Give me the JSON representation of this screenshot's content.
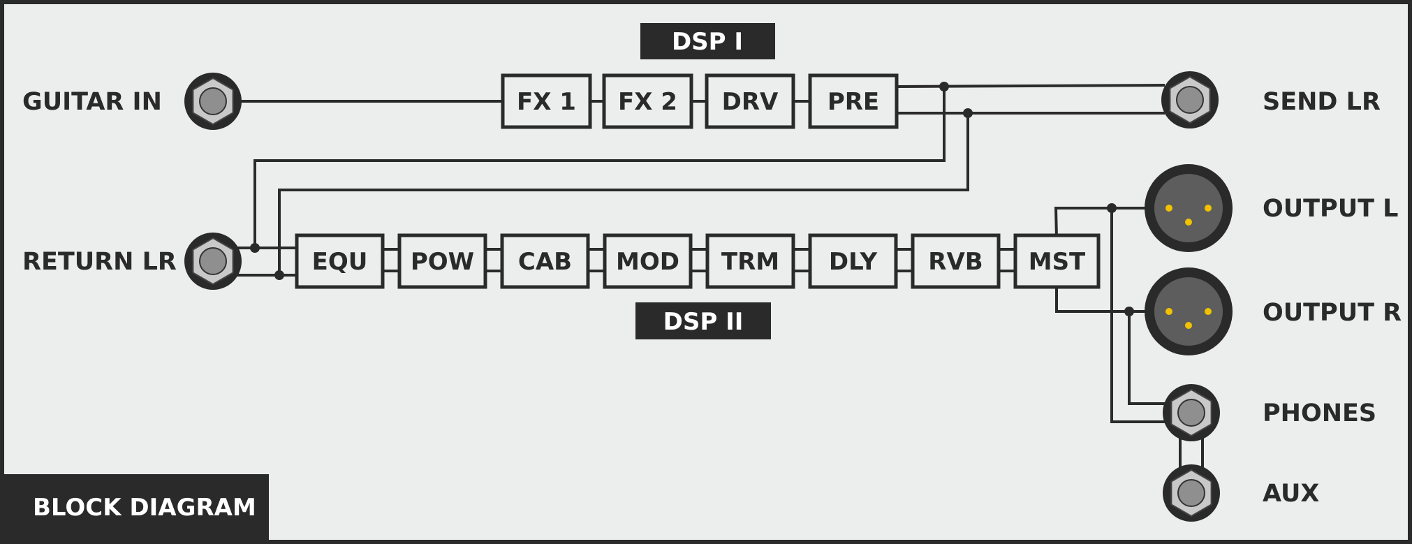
{
  "colors": {
    "background": "#eceeed",
    "ink": "#2a2a2a",
    "jack_fill": "#c9c9c9",
    "xlr_face": "#5d5d5d",
    "xlr_pin": "#f2c200",
    "bar_text": "#ffffff"
  },
  "title": "BLOCK DIAGRAM",
  "dsp1_label": "DSP I",
  "dsp2_label": "DSP II",
  "labels": {
    "guitar_in": "GUITAR IN",
    "return_lr": "RETURN LR",
    "send_lr": "SEND LR",
    "output_l": "OUTPUT L",
    "output_r": "OUTPUT R",
    "phones": "PHONES",
    "aux": "AUX"
  },
  "dsp1_blocks": [
    "FX 1",
    "FX 2",
    "DRV",
    "PRE"
  ],
  "dsp2_blocks": [
    "EQU",
    "POW",
    "CAB",
    "MOD",
    "TRM",
    "DLY",
    "RVB",
    "MST"
  ]
}
